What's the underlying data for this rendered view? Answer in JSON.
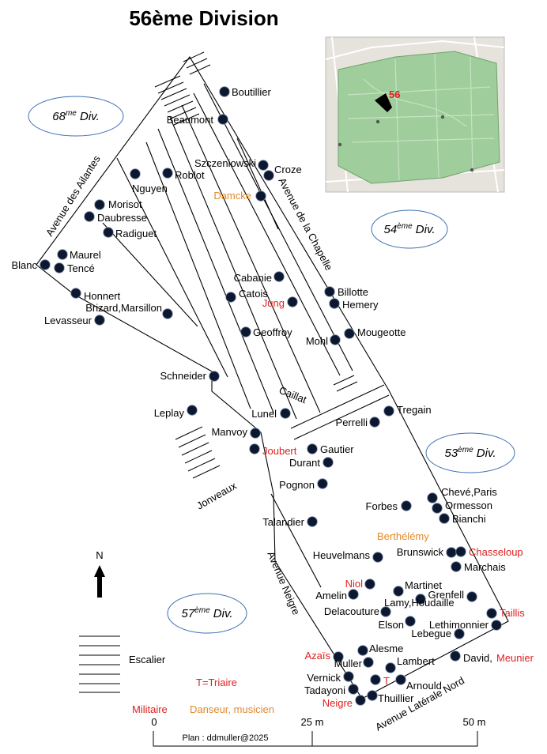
{
  "title": "56ème Division",
  "divisions": [
    {
      "id": "div68",
      "label": "68me Div."
    },
    {
      "id": "div54",
      "label": "54ème Div."
    },
    {
      "id": "div53",
      "label": "53ème Div."
    },
    {
      "id": "div57",
      "label": "57ème Div."
    }
  ],
  "streets": {
    "ailantes": "Avenue des Ailantes",
    "chapelle": "Avenue de la Chapelle",
    "neigre": "Avenue Neigre",
    "laterale": "Avenue Latérale Nord",
    "caillat": "Caillat",
    "jonveaux": "Jonveaux"
  },
  "inset": {
    "label": "56"
  },
  "north": "N",
  "legend": {
    "escalier": "Escalier",
    "triaire": "T=Triaire",
    "militaire": "Militaire",
    "danseur": "Danseur, musicien"
  },
  "scale": {
    "zero": "0",
    "mid": "25 m",
    "end": "50 m",
    "credit": "Plan : ddmuller@2025"
  },
  "colors": {
    "black": "#000000",
    "military": "#e02020",
    "dancer": "#e08a2c",
    "dot": "#0b1830",
    "div_ellipse": "#3f6fb5",
    "park": "#8fc28e"
  },
  "tombs": [
    {
      "name": "Boutillier",
      "cat": "civil"
    },
    {
      "name": "Beaumont",
      "cat": "civil"
    },
    {
      "name": "Szczeniowski",
      "cat": "civil"
    },
    {
      "name": "Croze",
      "cat": "civil"
    },
    {
      "name": "Nguyen",
      "cat": "civil"
    },
    {
      "name": "Roblot",
      "cat": "civil"
    },
    {
      "name": "Damcke",
      "cat": "dancer"
    },
    {
      "name": "Morisot",
      "cat": "civil"
    },
    {
      "name": "Daubresse",
      "cat": "civil"
    },
    {
      "name": "Radiguet",
      "cat": "civil"
    },
    {
      "name": "Maurel",
      "cat": "civil"
    },
    {
      "name": "Blanc",
      "cat": "civil"
    },
    {
      "name": "Tencé",
      "cat": "civil"
    },
    {
      "name": "Cabanie",
      "cat": "civil"
    },
    {
      "name": "Catois",
      "cat": "civil"
    },
    {
      "name": "Jung",
      "cat": "military"
    },
    {
      "name": "Billotte",
      "cat": "civil"
    },
    {
      "name": "Hemery",
      "cat": "civil"
    },
    {
      "name": "Honnert",
      "cat": "civil"
    },
    {
      "name": "Brizard,Marsillon",
      "cat": "civil"
    },
    {
      "name": "Levasseur",
      "cat": "civil"
    },
    {
      "name": "Geoffroy",
      "cat": "civil"
    },
    {
      "name": "Mohl",
      "cat": "civil"
    },
    {
      "name": "Mougeotte",
      "cat": "civil"
    },
    {
      "name": "Schneider",
      "cat": "civil"
    },
    {
      "name": "Leplay",
      "cat": "civil"
    },
    {
      "name": "Lunel",
      "cat": "civil"
    },
    {
      "name": "Tregain",
      "cat": "civil"
    },
    {
      "name": "Perrelli",
      "cat": "civil"
    },
    {
      "name": "Manvoy",
      "cat": "civil"
    },
    {
      "name": "Joubert",
      "cat": "military"
    },
    {
      "name": "Gautier",
      "cat": "civil"
    },
    {
      "name": "Durant",
      "cat": "civil"
    },
    {
      "name": "Pognon",
      "cat": "civil"
    },
    {
      "name": "Talandier",
      "cat": "civil"
    },
    {
      "name": "Forbes",
      "cat": "civil"
    },
    {
      "name": "Chevé,Paris",
      "cat": "civil"
    },
    {
      "name": "Ormesson",
      "cat": "civil"
    },
    {
      "name": "Bianchi",
      "cat": "civil"
    },
    {
      "name": "Berthélémy",
      "cat": "dancer"
    },
    {
      "name": "Heuvelmans",
      "cat": "civil"
    },
    {
      "name": "Brunswick",
      "cat": "civil"
    },
    {
      "name": "Chasseloup",
      "cat": "military"
    },
    {
      "name": "Marchais",
      "cat": "civil"
    },
    {
      "name": "Niol",
      "cat": "military"
    },
    {
      "name": "Martinet",
      "cat": "civil"
    },
    {
      "name": "Amelin",
      "cat": "civil"
    },
    {
      "name": "Lamy,Houdaille",
      "cat": "civil"
    },
    {
      "name": "Grenfell",
      "cat": "civil"
    },
    {
      "name": "Delacouture",
      "cat": "civil"
    },
    {
      "name": "Taillis",
      "cat": "military"
    },
    {
      "name": "Elson",
      "cat": "civil"
    },
    {
      "name": "Lethimonnier",
      "cat": "civil"
    },
    {
      "name": "Lebegue",
      "cat": "civil"
    },
    {
      "name": "Alesme",
      "cat": "civil"
    },
    {
      "name": "Azaïs",
      "cat": "military"
    },
    {
      "name": "Muller",
      "cat": "civil"
    },
    {
      "name": "Lambert",
      "cat": "civil"
    },
    {
      "name": "David,",
      "cat": "civil"
    },
    {
      "name": "Meunier",
      "cat": "military"
    },
    {
      "name": "Vernick",
      "cat": "civil"
    },
    {
      "name": "T",
      "cat": "military"
    },
    {
      "name": "Arnould",
      "cat": "civil"
    },
    {
      "name": "Tadayoni",
      "cat": "civil"
    },
    {
      "name": "Neigre",
      "cat": "military"
    },
    {
      "name": "Thuillier",
      "cat": "civil"
    }
  ]
}
